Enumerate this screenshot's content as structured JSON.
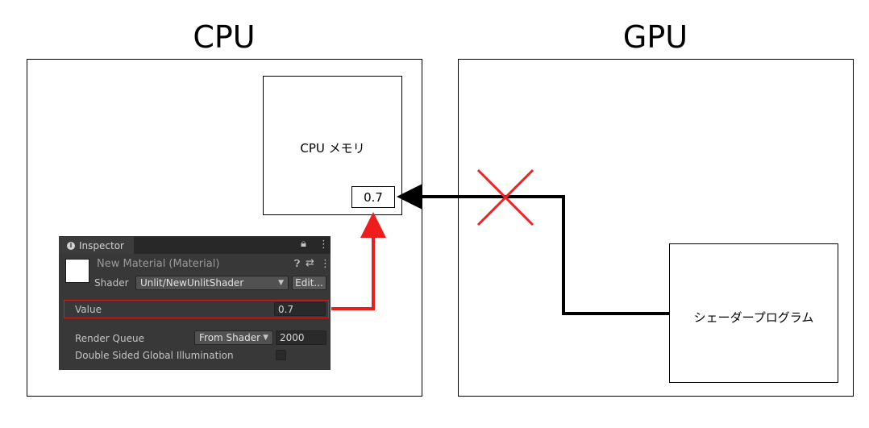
{
  "titles": {
    "cpu": "CPU",
    "gpu": "GPU"
  },
  "cpu_memory": {
    "label": "CPU メモリ",
    "value": "0.7"
  },
  "shader_program": {
    "label": "シェーダープログラム"
  },
  "inspector": {
    "tab_label": "Inspector",
    "material_name": "New Material (Material)",
    "shader_label": "Shader",
    "shader_value": "Unlit/NewUnlitShader",
    "edit_button": "Edit...",
    "value_label": "Value",
    "value_field": "0.7",
    "render_queue_label": "Render Queue",
    "render_queue_mode": "From Shader",
    "render_queue_value": "2000",
    "double_sided_label": "Double Sided Global Illumination"
  },
  "colors": {
    "highlight": "#d11f1f",
    "arrow_red": "#ee1c1c",
    "cross_red": "#ee2222",
    "connector": "#000000",
    "inspector_bg": "#383838"
  }
}
